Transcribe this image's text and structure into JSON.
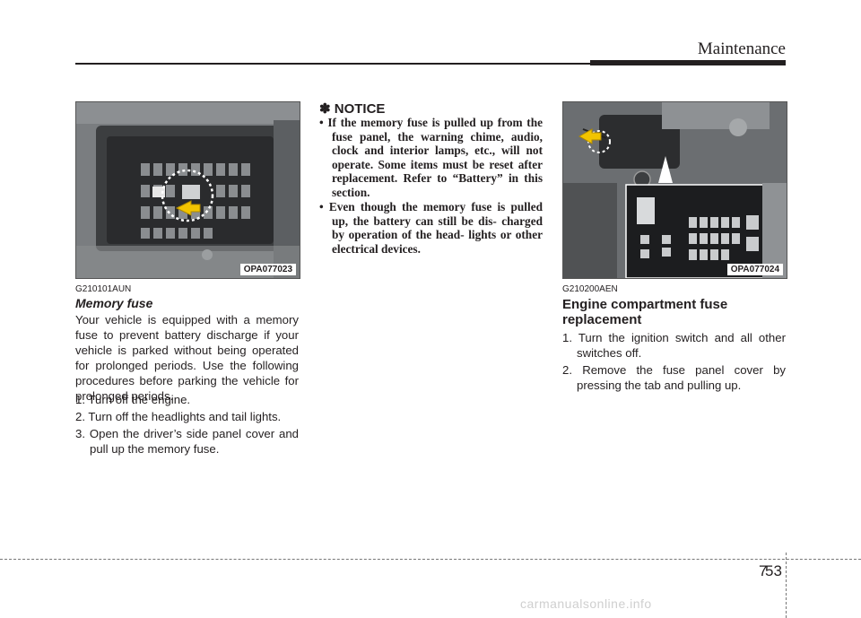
{
  "header": {
    "section_title": "Maintenance"
  },
  "left": {
    "photo_label": "OPA077023",
    "code": "G210101AUN",
    "heading": "Memory fuse",
    "paragraph": "Your vehicle is equipped with a memory fuse to prevent battery discharge if your vehicle is parked without being operated for prolonged periods. Use the following procedures before parking the vehicle for prolonged periods.",
    "steps": [
      "1. Turn off the engine.",
      "2. Turn off the headlights and tail lights.",
      "3. Open the driver’s side panel cover and pull up the memory fuse."
    ]
  },
  "notice": {
    "title": "✽ NOTICE",
    "items": [
      "• If the memory fuse is pulled up from the fuse panel, the warning chime, audio, clock and interior lamps, etc., will not operate. Some items must be reset after replacement. Refer to “Battery” in this section.",
      "• Even though the memory fuse is pulled up, the battery can still be dis- charged by operation of the head- lights or other electrical devices."
    ]
  },
  "right": {
    "photo_label": "OPA077024",
    "code": "G210200AEN",
    "heading": "Engine compartment fuse replacement",
    "steps": [
      "1. Turn the ignition switch and all other switches off.",
      "2. Remove the fuse panel cover by pressing the tab and pulling up."
    ]
  },
  "footer": {
    "chapter": "7",
    "page": "53",
    "watermark": "carmanualsonline.info"
  }
}
